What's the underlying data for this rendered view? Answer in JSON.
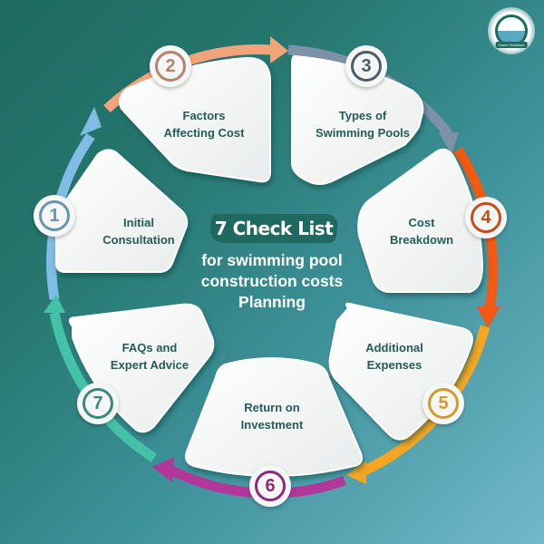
{
  "title": "7 Check List",
  "subtitle": [
    "for  swimming pool",
    "construction costs",
    "Planning"
  ],
  "logo": {
    "icon": "lighthouse-logo-icon",
    "caption": "Green Solutions"
  },
  "colors": {
    "background_start": "#1e6a60",
    "background_end": "#72b9ca",
    "text": "#245c56",
    "step1": "#6a93ad",
    "step2": "#b8826a",
    "step3": "#4d5c66",
    "step4": "#c84b1a",
    "step5": "#d49a2a",
    "step6": "#8e2a78",
    "step7": "#3a8a7c"
  },
  "steps": [
    {
      "number": "1",
      "lines": [
        "Initial",
        "Consultation"
      ]
    },
    {
      "number": "2",
      "lines": [
        "Factors",
        "Affecting Cost"
      ]
    },
    {
      "number": "3",
      "lines": [
        "Types of",
        "Swimming Pools"
      ]
    },
    {
      "number": "4",
      "lines": [
        "Cost",
        "Breakdown"
      ]
    },
    {
      "number": "5",
      "lines": [
        "Additional",
        "Expenses"
      ]
    },
    {
      "number": "6",
      "lines": [
        "Return on",
        "Investment"
      ]
    },
    {
      "number": "7",
      "lines": [
        "FAQs and",
        "Expert Advice"
      ]
    }
  ]
}
